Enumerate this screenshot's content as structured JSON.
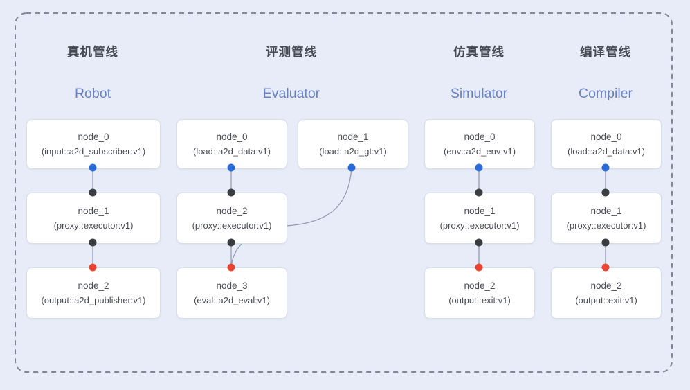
{
  "colors": {
    "bg": "#e7ecf8",
    "frame": "#808897",
    "edge": "#939db2",
    "node_bg": "#ffffff",
    "node_border": "#d9dde8",
    "node_text": "#4b4e55",
    "title_cn": "#474b54",
    "title_en": "#6882c4",
    "port_blue": "#2b6bd9",
    "port_black": "#3a3c3f",
    "port_red": "#ec4433"
  },
  "ports": {
    "source_dot": "blue-dot",
    "relay_dot": "black-dot",
    "sink_dot": "red-dot"
  },
  "pipelines": [
    {
      "title_cn": "真机管线",
      "title_en": "Robot",
      "nodes": [
        {
          "line1": "node_0",
          "line2": "(input::a2d_subscriber:v1)"
        },
        {
          "line1": "node_1",
          "line2": "(proxy::executor:v1)"
        },
        {
          "line1": "node_2",
          "line2": "(output::a2d_publisher:v1)"
        }
      ]
    },
    {
      "title_cn": "评测管线",
      "title_en": "Evaluator",
      "nodes": [
        {
          "line1": "node_0",
          "line2": "(load::a2d_data:v1)"
        },
        {
          "line1": "node_1",
          "line2": "(load::a2d_gt:v1)"
        },
        {
          "line1": "node_2",
          "line2": "(proxy::executor:v1)"
        },
        {
          "line1": "node_3",
          "line2": "(eval::a2d_eval:v1)"
        }
      ]
    },
    {
      "title_cn": "仿真管线",
      "title_en": "Simulator",
      "nodes": [
        {
          "line1": "node_0",
          "line2": "(env::a2d_env:v1)"
        },
        {
          "line1": "node_1",
          "line2": "(proxy::executor:v1)"
        },
        {
          "line1": "node_2",
          "line2": "(output::exit:v1)"
        }
      ]
    },
    {
      "title_cn": "编译管线",
      "title_en": "Compiler",
      "nodes": [
        {
          "line1": "node_0",
          "line2": "(load::a2d_data:v1)"
        },
        {
          "line1": "node_1",
          "line2": "(proxy::executor:v1)"
        },
        {
          "line1": "node_2",
          "line2": "(output::exit:v1)"
        }
      ]
    }
  ]
}
